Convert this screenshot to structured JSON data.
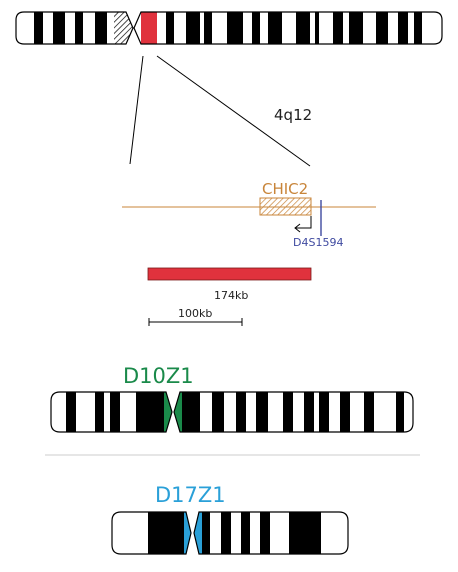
{
  "region_label": "4q12",
  "gene_label": "CHIC2",
  "marker_label": "D4S1594",
  "probe_size_label": "174kb",
  "scale_label": "100kb",
  "probe_d10_label": "D10Z1",
  "probe_d17_label": "D17Z1",
  "colors": {
    "gene": "#c8853a",
    "marker": "#3f4aa0",
    "probe": "#e0323d",
    "d10": "#1a8a4a",
    "d17": "#2aa0d8"
  },
  "icons": {
    "transcription_arrow": "left-hook-arrow-icon"
  }
}
